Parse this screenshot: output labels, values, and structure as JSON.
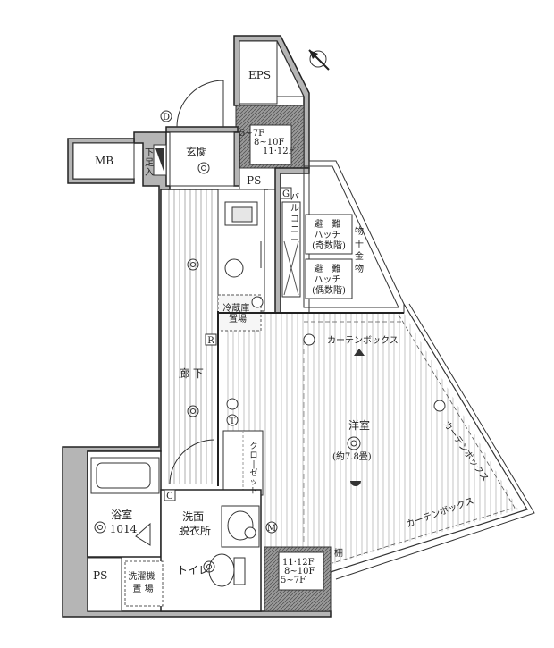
{
  "labels": {
    "eps": "EPS",
    "mb": "MB",
    "shoe_storage": "下\n足\n入",
    "genkan": "玄関",
    "ps_top": "PS",
    "balcony": "バ\nル\nコ\nニ\nー",
    "hatch_odd": [
      "避　難",
      "ハッチ",
      "(奇数階)"
    ],
    "hatch_even": [
      "避　難",
      "ハッチ",
      "(偶数階)"
    ],
    "storage_balcony": "物\n干\n金\n物",
    "fridge": [
      "冷蔵庫",
      "置場"
    ],
    "curtain_box_top": "カーテンボックス",
    "hallway": "廊 下",
    "youshitsu": "洋室",
    "youshitsu_size": "(約7.8畳)",
    "closet": "ク\nロ\n|\nゼ\nッ\nト",
    "curtain_box_right": "カーテンボックス",
    "curtain_box_bottom": "カーテンボックス",
    "bath": [
      "浴室",
      "1014"
    ],
    "washroom": [
      "洗面",
      "脱衣所"
    ],
    "toilet": "トイレ",
    "ps_bottom": "PS",
    "washer": [
      "洗濯機",
      "置 場"
    ],
    "floors_top": [
      "5~7F",
      "8~10F",
      "11·12F"
    ],
    "floors_bottom": [
      "11·12F",
      "8~10F",
      "5~7F"
    ],
    "marker_d": "D",
    "marker_g": "G",
    "marker_r": "R",
    "marker_c": "C",
    "marker_m": "M",
    "marker_t": "T",
    "shelf": "棚"
  },
  "icons": [
    "compass-icon",
    "ceiling-light-icon",
    "outlet-icon",
    "sink-icon",
    "bathtub-icon",
    "toilet-icon",
    "washbasin-icon"
  ]
}
